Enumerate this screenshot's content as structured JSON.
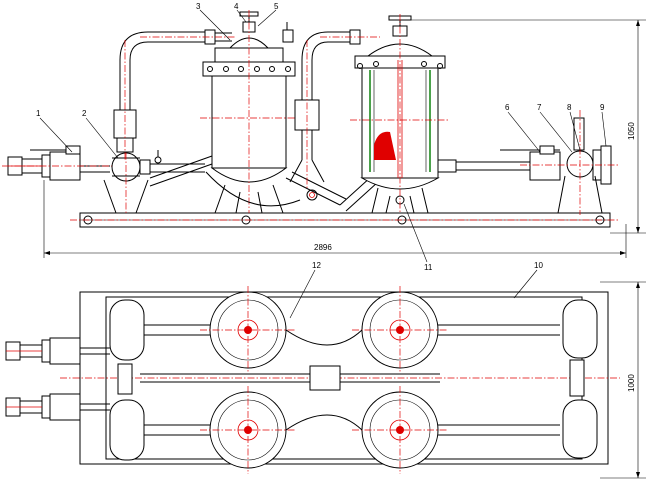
{
  "drawing": {
    "callouts_elevation": [
      "1",
      "2",
      "3",
      "4",
      "5",
      "6",
      "7",
      "8",
      "9",
      "11"
    ],
    "callouts_plan": [
      "12",
      "10"
    ],
    "dimensions": {
      "overall_length": "2896",
      "elevation_height": "1050",
      "plan_width": "1000"
    }
  },
  "colors": {
    "outline": "#000000",
    "centerline": "#e00000",
    "sight_glass": "#1f8a1f",
    "fill_level": "#e00000"
  }
}
